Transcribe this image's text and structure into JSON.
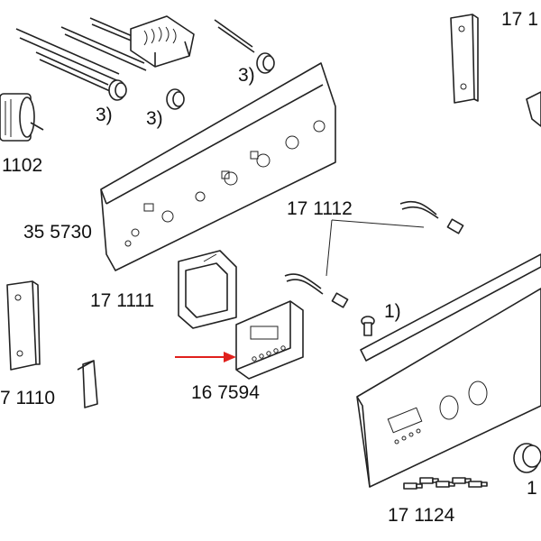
{
  "diagram": {
    "labels": {
      "part_1102": "1102",
      "part_355730": "35 5730",
      "part_171111": "17 1111",
      "part_171110": "7 1110",
      "part_167594": "16 7594",
      "part_171112": "17 1112",
      "part_171124": "17 1124",
      "part_17_top": "17 1",
      "note_3_a": "3)",
      "note_3_b": "3)",
      "note_3_c": "3)",
      "note_1": "1)",
      "part_1_bottom": "1"
    },
    "colors": {
      "line": "#222222",
      "pointer_arrow": "#e0201c",
      "background": "#ffffff"
    }
  }
}
